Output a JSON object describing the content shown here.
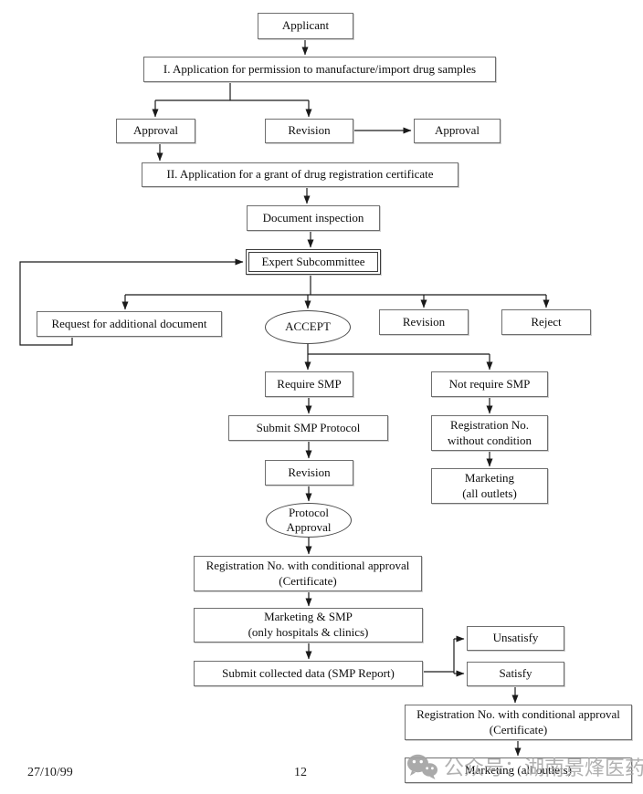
{
  "flowchart": {
    "applicant": "Applicant",
    "step1": "I. Application for permission to manufacture/import drug samples",
    "approval_left": "Approval",
    "revision_top": "Revision",
    "approval_right": "Approval",
    "step2": "II. Application for a grant of drug registration certificate",
    "document_inspection": "Document inspection",
    "expert_subcommittee": "Expert Subcommittee",
    "request_additional_document": "Request for additional document",
    "accept": "ACCEPT",
    "revision_committee": "Revision",
    "reject": "Reject",
    "require_smp": "Require SMP",
    "not_require_smp": "Not require SMP",
    "submit_smp_protocol": "Submit SMP Protocol",
    "registration_no_without_condition": "Registration No.\nwithout condition",
    "revision_smp": "Revision",
    "marketing_all_outlets": "Marketing\n(all outlets)",
    "protocol_approval": "Protocol\nApproval",
    "registration_conditional_1": "Registration No. with conditional approval\n(Certificate)",
    "marketing_smp": "Marketing & SMP\n(only hospitals & clinics)",
    "submit_collected_data": "Submit collected data (SMP Report)",
    "unsatisfy": "Unsatisfy",
    "satisfy": "Satisfy",
    "registration_conditional_2": "Registration No. with conditional approval\n(Certificate)",
    "marketing_all_outlets_final": "Marketing (all outlets)"
  },
  "footer": {
    "date": "27/10/99",
    "page": "12"
  },
  "watermark": {
    "icon": "wechat-icon",
    "text": "公众号：湖南景烽医药",
    "color": "#ababab"
  },
  "colors": {
    "line": "#1a1a1a",
    "box_border": "#6f6f6f",
    "background": "#ffffff"
  }
}
